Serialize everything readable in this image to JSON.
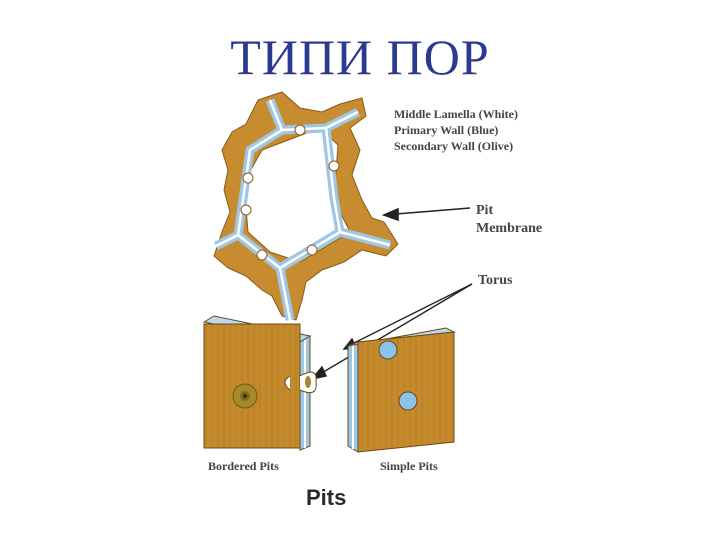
{
  "title": "ТИПИ ПОР",
  "labels": {
    "middle_lamella": "Middle Lamella (White)",
    "primary_wall": "Primary Wall (Blue)",
    "secondary_wall": "Secondary Wall (Olive)",
    "pit_line1": "Pit",
    "pit_line2": "Membrane",
    "torus": "Torus",
    "bordered_pits": "Bordered Pits",
    "simple_pits": "Simple Pits",
    "pits": "Pits"
  },
  "colors": {
    "title": "#2b3a8f",
    "wood": "#c8902f",
    "wood_dark": "#8a5a18",
    "primary_wall": "#9ec7e6",
    "middle_lamella": "#ffffff",
    "pit_blue": "#8cc3e8",
    "torus": "#a38a2a"
  }
}
